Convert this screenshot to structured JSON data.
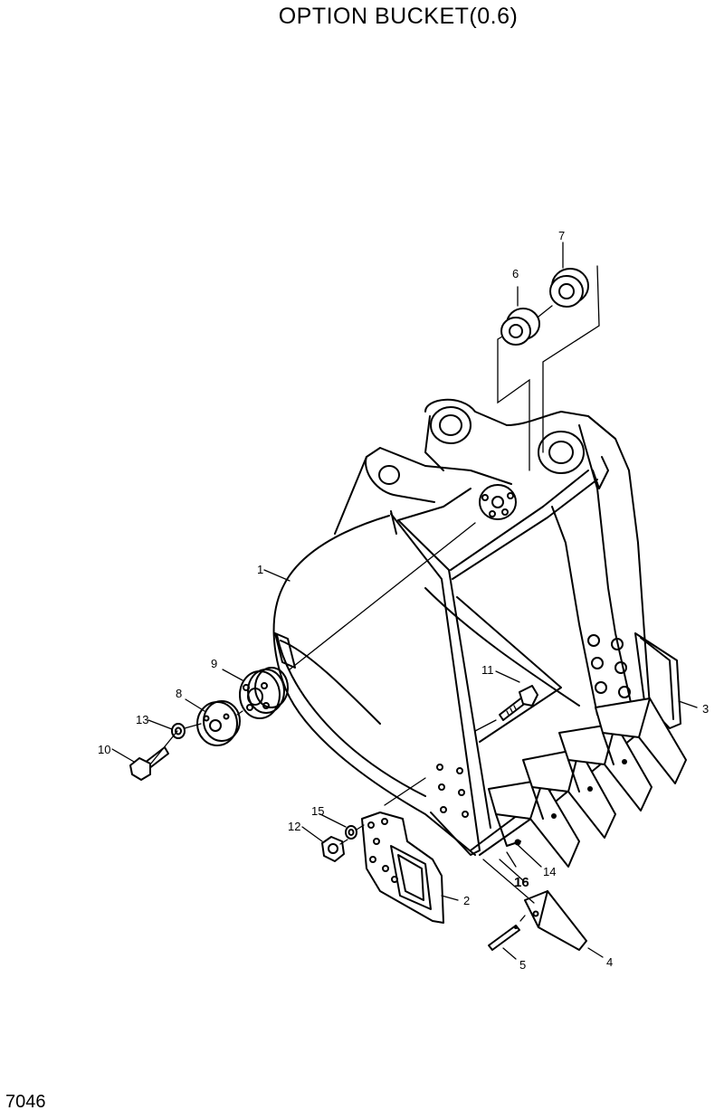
{
  "header": {
    "title": "OPTION  BUCKET(0.6)"
  },
  "footer": {
    "page_number": "7046"
  },
  "callouts": [
    {
      "label": "1"
    },
    {
      "label": "2"
    },
    {
      "label": "3"
    },
    {
      "label": "4"
    },
    {
      "label": "5"
    },
    {
      "label": "6"
    },
    {
      "label": "7"
    },
    {
      "label": "8"
    },
    {
      "label": "9"
    },
    {
      "label": "10"
    },
    {
      "label": "11"
    },
    {
      "label": "12"
    },
    {
      "label": "13"
    },
    {
      "label": "14"
    },
    {
      "label": "15"
    },
    {
      "label": "16"
    }
  ]
}
